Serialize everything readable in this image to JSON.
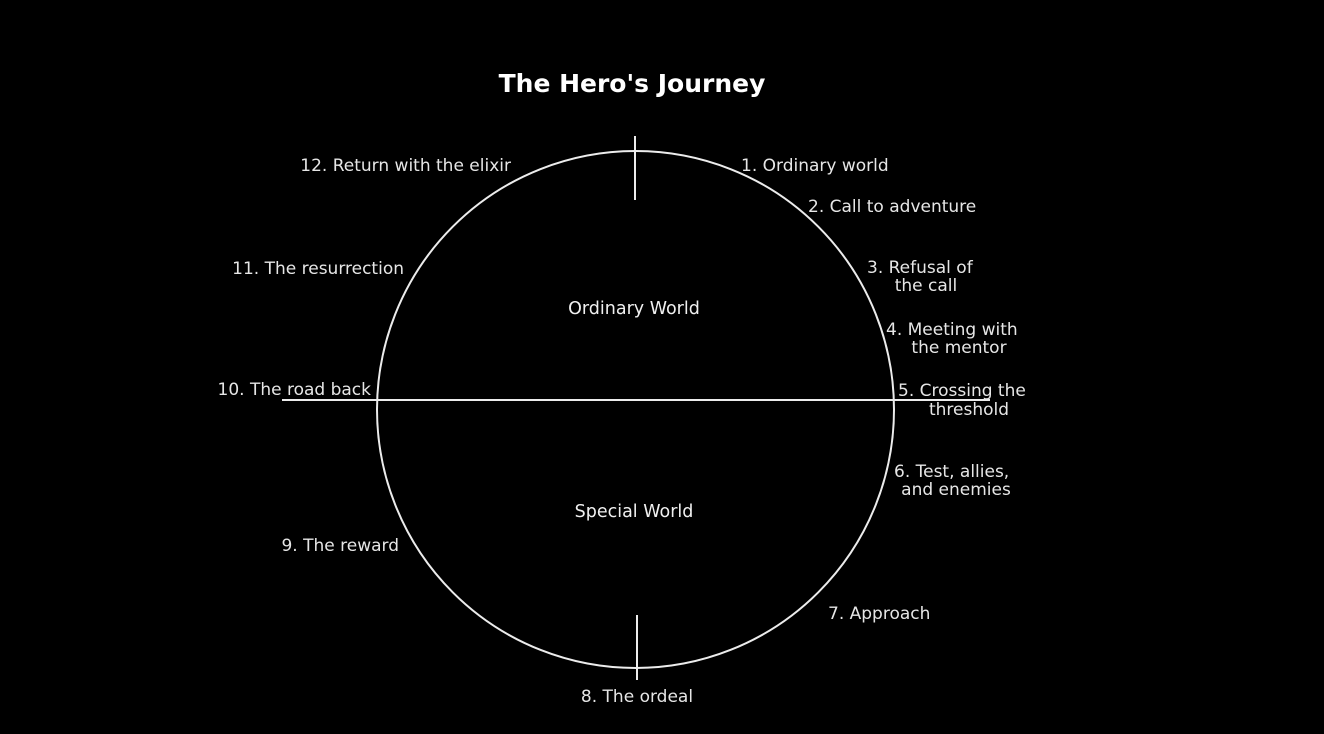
{
  "title": "The Hero's Journey",
  "regions": {
    "upper": "Ordinary World",
    "lower": "Special World"
  },
  "stages": [
    [
      "1. Ordinary world"
    ],
    [
      "2. Call to adventure"
    ],
    [
      "3. Refusal of",
      "the call"
    ],
    [
      "4. Meeting with",
      "the mentor"
    ],
    [
      "5. Crossing the",
      "threshold"
    ],
    [
      "6. Test, allies,",
      "and enemies"
    ],
    [
      "7. Approach"
    ],
    [
      "8. The ordeal"
    ],
    [
      "9. The reward"
    ],
    [
      "10. The road back"
    ],
    [
      "11. The resurrection"
    ],
    [
      "12. Return with the elixir"
    ]
  ]
}
